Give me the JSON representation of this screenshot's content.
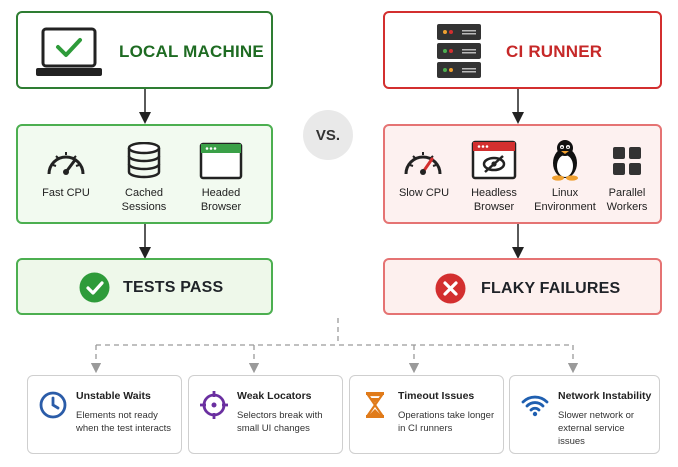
{
  "left": {
    "title": "LOCAL MACHINE",
    "features": [
      {
        "icon": "speedometer-fast-icon",
        "label": "Fast CPU"
      },
      {
        "icon": "database-icon",
        "label": "Cached\nSessions"
      },
      {
        "icon": "browser-window-icon",
        "label": "Headed\nBrowser"
      }
    ],
    "result": "TESTS PASS",
    "colors": {
      "accent": "#2e7d32",
      "border": "#4caf50"
    }
  },
  "vs": "VS.",
  "right": {
    "title": "CI RUNNER",
    "features": [
      {
        "icon": "speedometer-slow-icon",
        "label": "Slow CPU"
      },
      {
        "icon": "headless-browser-icon",
        "label": "Headless\nBrowser"
      },
      {
        "icon": "linux-penguin-icon",
        "label": "Linux\nEnvironment"
      },
      {
        "icon": "grid-icon",
        "label": "Parallel\nWorkers"
      }
    ],
    "result": "FLAKY FAILURES",
    "colors": {
      "accent": "#d32f2f",
      "border": "#e57373"
    }
  },
  "causes": [
    {
      "icon": "clock-icon",
      "title": "Unstable Waits",
      "desc": "Elements not ready when the test interacts",
      "color": "#2b5ca8"
    },
    {
      "icon": "crosshair-icon",
      "title": "Weak Locators",
      "desc": "Selectors break with small UI changes",
      "color": "#6a2fa0"
    },
    {
      "icon": "hourglass-icon",
      "title": "Timeout Issues",
      "desc": "Operations take longer in CI runners",
      "color": "#e07b1a"
    },
    {
      "icon": "wifi-icon",
      "title": "Network Instability",
      "desc": "Slower network or external service issues",
      "color": "#1f5fb0"
    }
  ]
}
